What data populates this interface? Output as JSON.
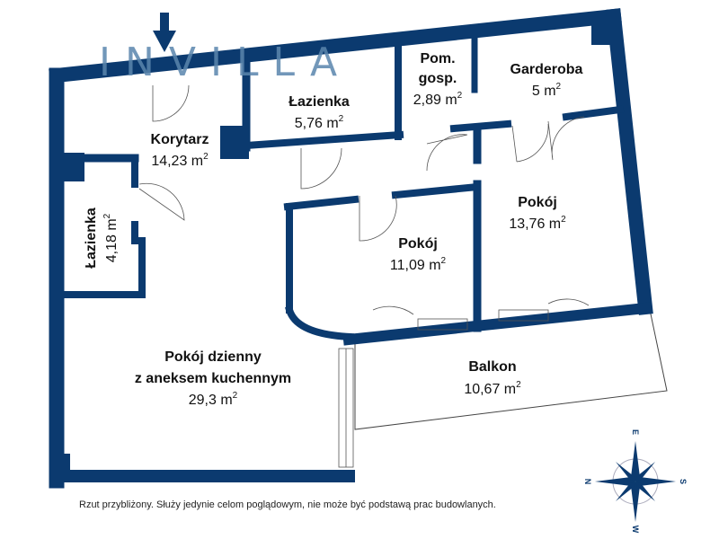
{
  "brand": {
    "logo_text": "INVILLA"
  },
  "rooms": [
    {
      "name": "Łazienka",
      "area": "5,76 m",
      "sup": "2"
    },
    {
      "name_line1": "Pom.",
      "name_line2": "gosp.",
      "area": "2,89 m",
      "sup": "2"
    },
    {
      "name": "Garderoba",
      "area": "5 m",
      "sup": "2"
    },
    {
      "name": "Korytarz",
      "area": "14,23 m",
      "sup": "2"
    },
    {
      "name": "Łazienka",
      "area": "4,18 m",
      "sup": "2"
    },
    {
      "name": "Pokój",
      "area": "13,76 m",
      "sup": "2"
    },
    {
      "name": "Pokój",
      "area": "11,09 m",
      "sup": "2"
    },
    {
      "name_line1": "Pokój dzienny",
      "name_line2": "z aneksem kuchennym",
      "area": "29,3 m",
      "sup": "2"
    },
    {
      "name": "Balkon",
      "area": "10,67 m",
      "sup": "2"
    }
  ],
  "compass": {
    "n": "N",
    "e": "E",
    "s": "S",
    "w": "W"
  },
  "footer": {
    "note": "Rzut przybliżony. Służy jedynie celom poglądowym, nie może być podstawą prac budowlanych."
  },
  "colors": {
    "wall": "#0b3a6f",
    "logo": "#5a86ad",
    "logo_accent": "#d4a77f"
  }
}
